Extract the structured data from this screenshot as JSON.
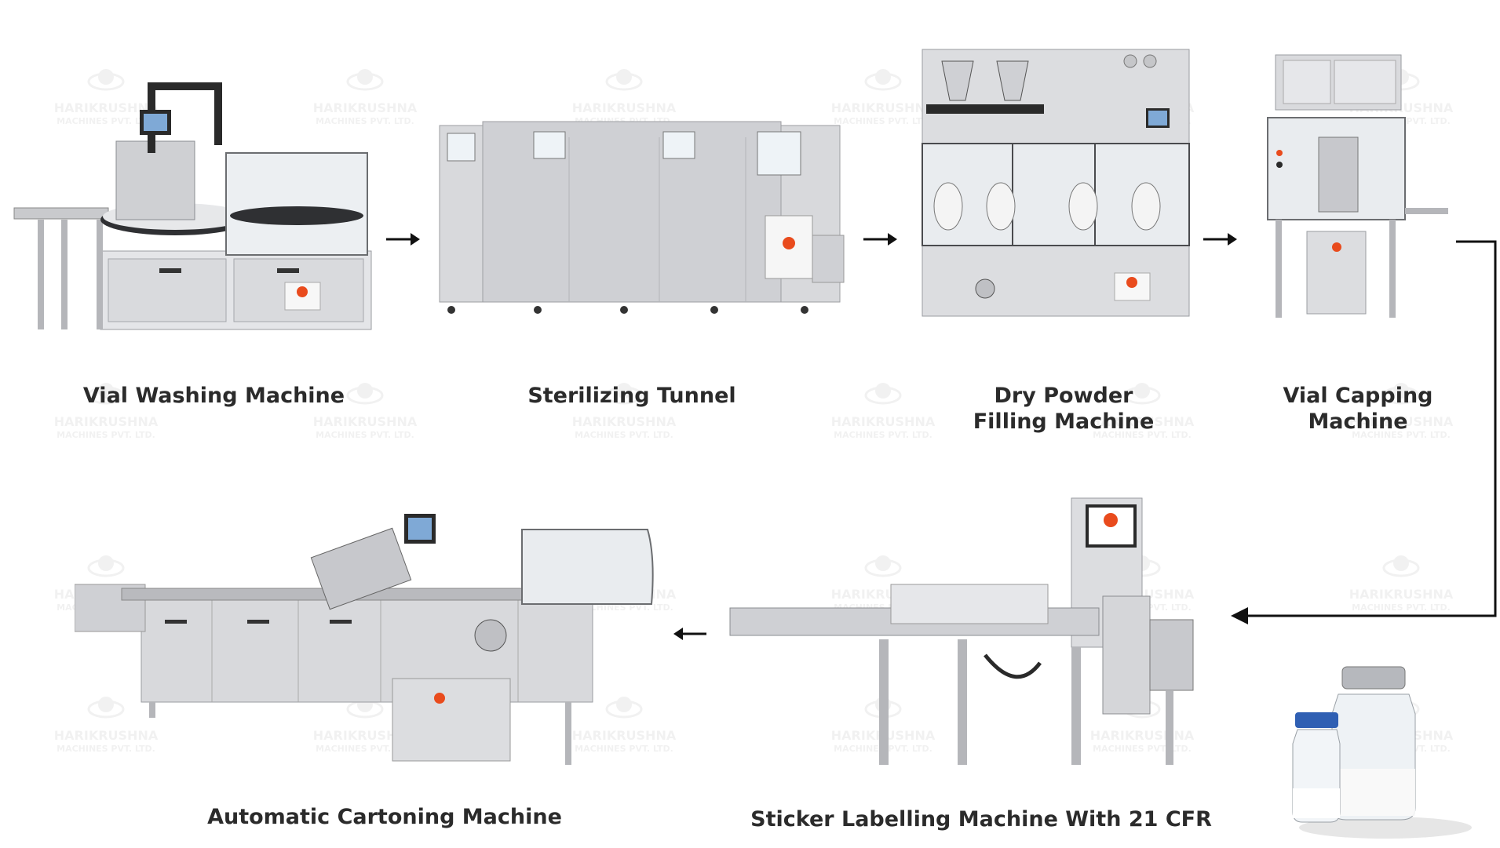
{
  "brand": {
    "watermark_name": "HARIKRUSHNA",
    "watermark_sub": "MACHINES PVT. LTD."
  },
  "steps": [
    {
      "label_lines": [
        "Vial Washing Machine"
      ]
    },
    {
      "label_lines": [
        "Sterilizing Tunnel"
      ]
    },
    {
      "label_lines": [
        "Dry Powder",
        "Filling Machine"
      ]
    },
    {
      "label_lines": [
        "Vial Capping",
        "Machine"
      ]
    },
    {
      "label_lines": [
        "Sticker Labelling Machine With 21 CFR"
      ]
    },
    {
      "label_lines": [
        "Automatic Cartoning Machine"
      ]
    }
  ],
  "colors": {
    "label_text": "#2b2b2b",
    "arrow": "#111111",
    "machine_body": "#dcdde0",
    "machine_dark": "#2a2a2a",
    "accent": "#e94b1d"
  },
  "icons": {
    "flow_arrow": "arrow-right-icon",
    "reverse_arrow": "arrow-left-icon",
    "product": "vials-icon"
  }
}
